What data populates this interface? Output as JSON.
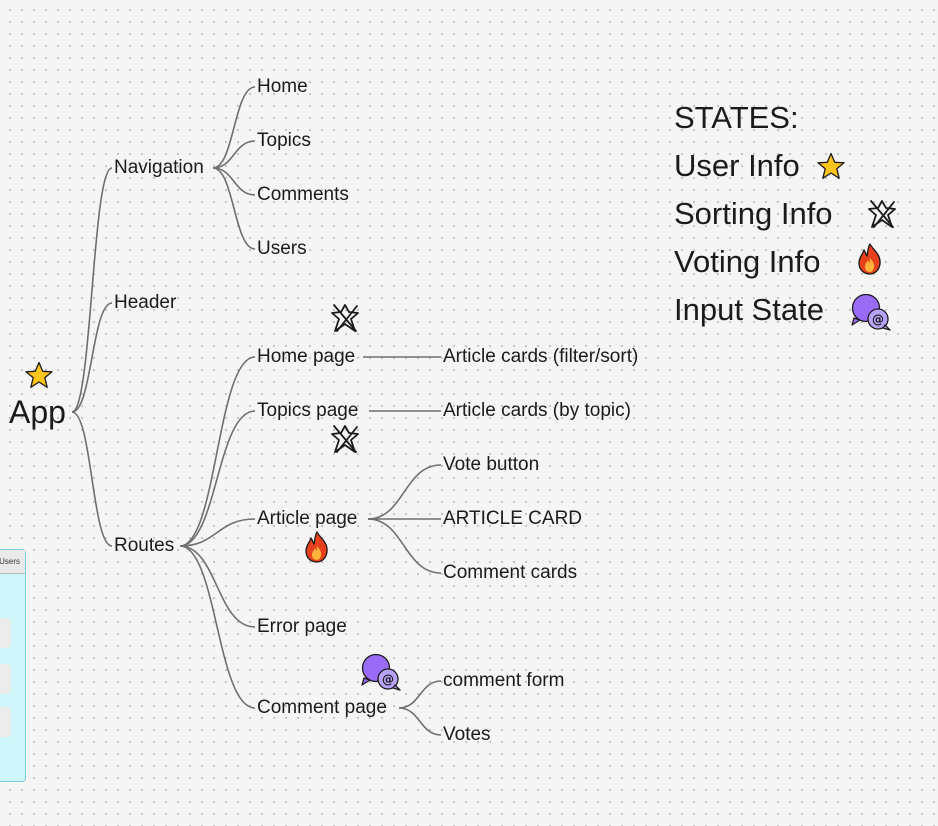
{
  "mindmap": {
    "root": {
      "label": "App",
      "state_icon": "star-icon"
    },
    "branches": [
      {
        "label": "Navigation",
        "children": [
          "Home",
          "Topics",
          "Comments",
          "Users"
        ]
      },
      {
        "label": "Header"
      },
      {
        "label": "Routes",
        "children": [
          {
            "label": "Home page",
            "state_icon": "sorting-star-icon",
            "children": [
              "Article cards (filter/sort)"
            ]
          },
          {
            "label": "Topics page",
            "state_icon": "sorting-star-icon",
            "children": [
              "Article cards (by topic)"
            ]
          },
          {
            "label": "Article page",
            "state_icon": "fire-icon",
            "children": [
              "Vote button",
              "ARTICLE CARD",
              "Comment cards"
            ]
          },
          {
            "label": "Error page"
          },
          {
            "label": "Comment page",
            "state_icon": "at-bubble-icon",
            "children": [
              "comment form",
              "Votes"
            ]
          }
        ]
      }
    ]
  },
  "legend": {
    "title": "STATES:",
    "items": [
      {
        "label": "User Info",
        "icon": "star-icon"
      },
      {
        "label": "Sorting Info",
        "icon": "sorting-star-icon"
      },
      {
        "label": "Voting Info",
        "icon": "fire-icon"
      },
      {
        "label": "Input State",
        "icon": "at-bubble-icon"
      }
    ]
  },
  "side_panel": {
    "header": "Users"
  },
  "colors": {
    "background": "#f5f5f5",
    "grid_dot": "#c2c2c2",
    "connector": "#6f6f6f",
    "star": "#ffc51a",
    "fire": "#e8401c",
    "bubble": "#9a6bf4",
    "panel": "#cff6fa"
  }
}
